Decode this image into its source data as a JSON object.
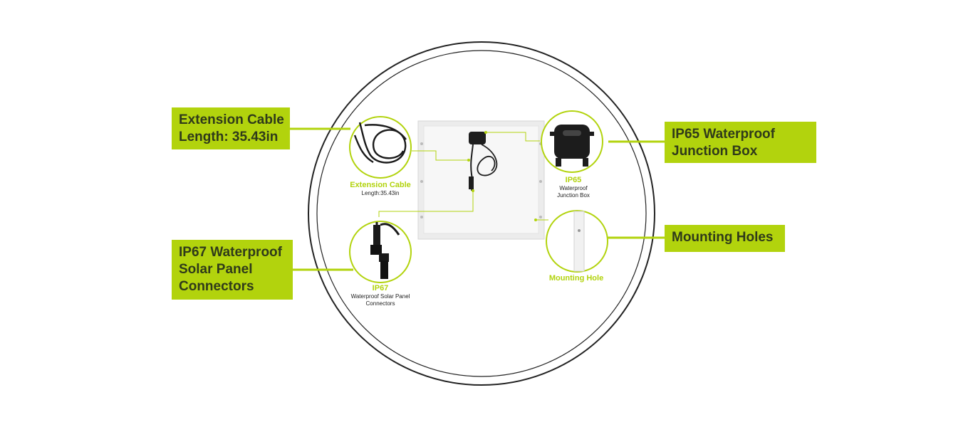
{
  "callouts": {
    "extension_cable": {
      "line1": "Extension Cable",
      "line2": "Length: 35.43in"
    },
    "junction_box": {
      "line1": "IP65 Waterproof",
      "line2": "Junction Box"
    },
    "connectors": {
      "line1": "IP67 Waterproof",
      "line2": "Solar Panel",
      "line3": "Connectors"
    },
    "mounting_holes": {
      "line1": "Mounting Holes"
    }
  },
  "captions": {
    "extension_cable": {
      "title": "Extension Cable",
      "sub": "Length:35.43in"
    },
    "junction_box": {
      "title": "IP65",
      "sub1": "Waterproof",
      "sub2": "Junction Box"
    },
    "connectors": {
      "title": "IP67",
      "sub1": "Waterproof Solar Panel",
      "sub2": "Connectors"
    },
    "mounting_hole": {
      "title": "Mounting Hole"
    }
  },
  "colors": {
    "accent": "#b2d30d",
    "text_dark": "#2f3a1a",
    "outline": "#222222"
  },
  "icons": [
    "cable-coil-icon",
    "junction-box-icon",
    "connector-plug-icon",
    "panel-edge-icon"
  ]
}
